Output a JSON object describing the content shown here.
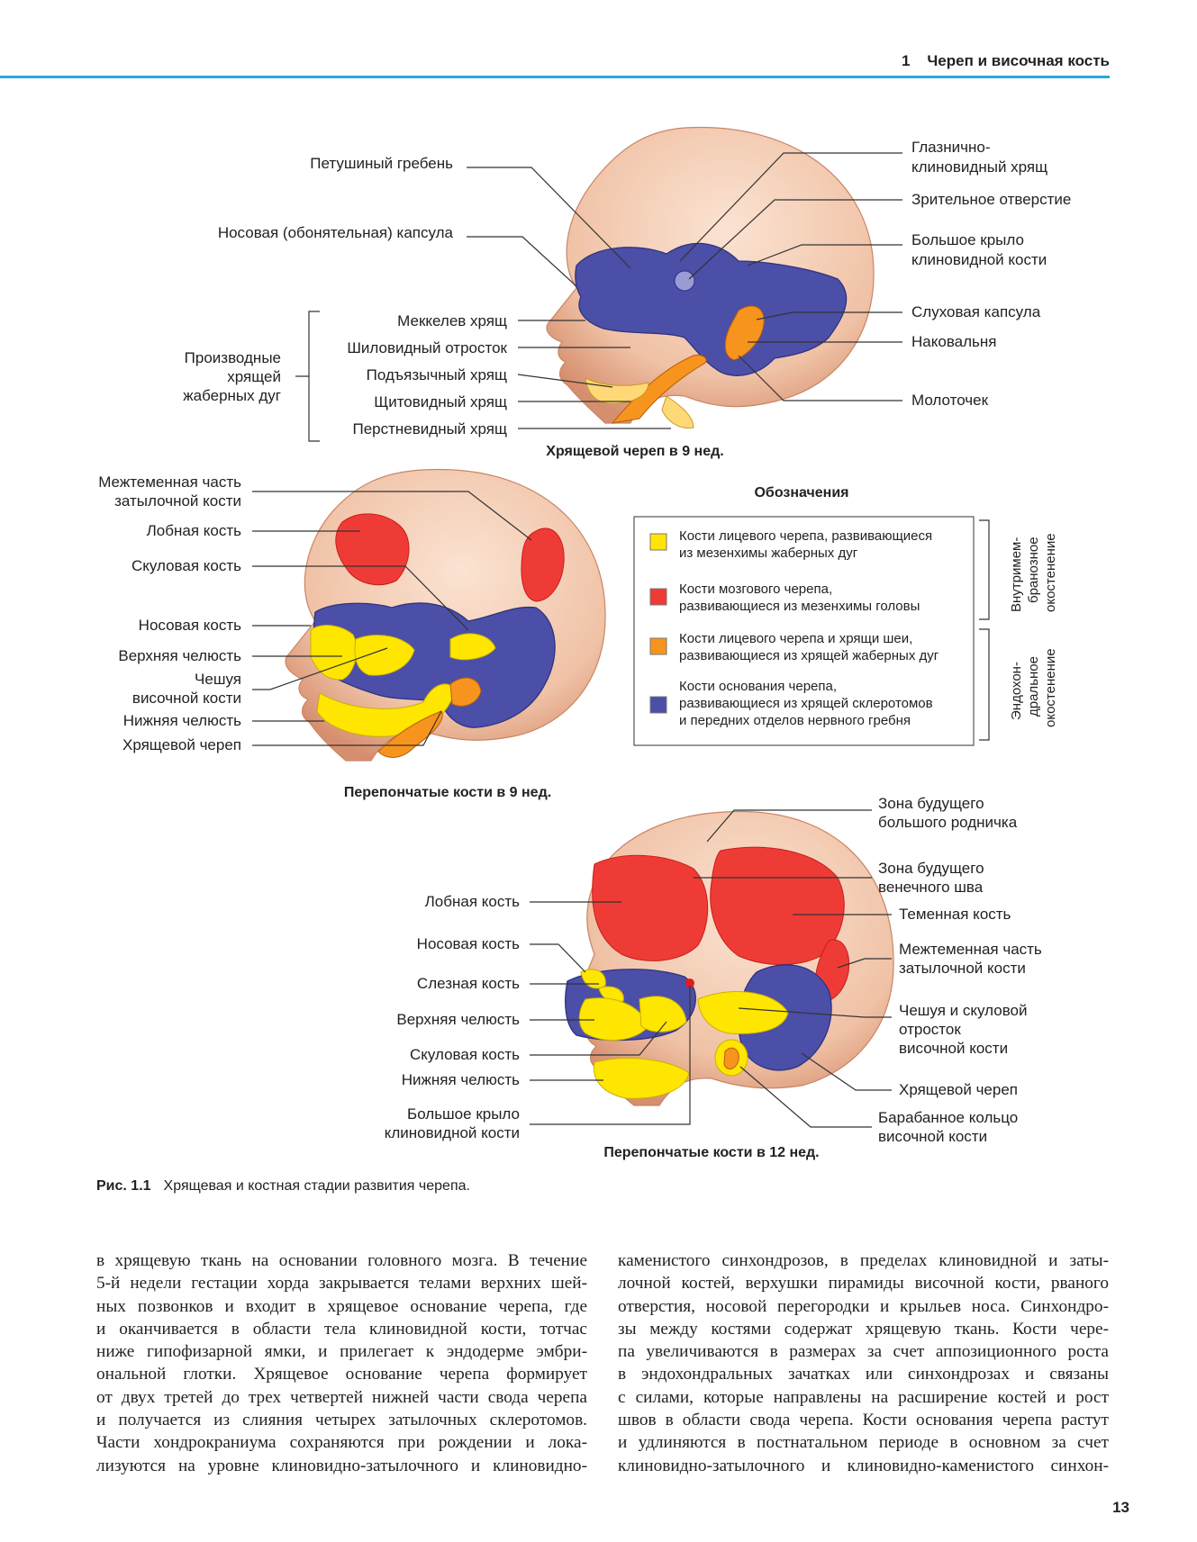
{
  "header": {
    "chapter": "1",
    "title": "Череп и височная кость"
  },
  "figure1": {
    "caption": "Хрящевой череп в 9 нед.",
    "left_labels": [
      "Петушиный гребень",
      "Носовая (обонятельная) капсула",
      "Меккелев хрящ",
      "Шиловидный отросток",
      "Подъязычный хрящ",
      "Щитовидный хрящ",
      "Перстневидный хрящ"
    ],
    "group_label": [
      "Производные",
      "хрящей",
      "жаберных дуг"
    ],
    "right_labels": [
      "Глазнично-",
      "клиновидный хрящ",
      "Зрительное отверстие",
      "Большое крыло",
      "клиновидной кости",
      "Слуховая капсула",
      "Наковальня",
      "Молоточек"
    ]
  },
  "figure2": {
    "caption": "Перепончатые кости в 9 нед.",
    "left_labels": [
      "Межтеменная часть",
      "затылочной кости",
      "Лобная кость",
      "Скуловая кость",
      "Носовая кость",
      "Верхняя челюсть",
      "Чешуя",
      "височной кости",
      "Нижняя челюсть",
      "Хрящевой череп"
    ]
  },
  "legend": {
    "title": "Обозначения",
    "items": [
      {
        "line1": "Кости лицевого черепа, развивающиеся",
        "line2": "из мезенхимы жаберных дуг",
        "line3": "",
        "color": "#ffe600"
      },
      {
        "line1": "Кости мозгового черепа,",
        "line2": "развивающиеся из мезенхимы головы",
        "line3": "",
        "color": "#ef3b36"
      },
      {
        "line1": "Кости лицевого черепа и хрящи шеи,",
        "line2": "развивающиеся из хрящей жаберных дуг",
        "line3": "",
        "color": "#f7941d"
      },
      {
        "line1": "Кости основания черепа,",
        "line2": "развивающиеся из хрящей склеротомов",
        "line3": "и передних отделов нервного гребня",
        "color": "#4b4fa8"
      }
    ],
    "side1": [
      "Внутримем-",
      "бранозное",
      "окостенение"
    ],
    "side2": [
      "Эндохон-",
      "дральное",
      "окостенение"
    ]
  },
  "figure3": {
    "caption": "Перепончатые кости в 12 нед.",
    "left_labels": [
      "Лобная кость",
      "Носовая кость",
      "Слезная кость",
      "Верхняя челюсть",
      "Скуловая кость",
      "Нижняя челюсть",
      "Большое крыло",
      "клиновидной кости"
    ],
    "right_labels": [
      "Зона будущего",
      "большого родничка",
      "Зона будущего",
      "венечного шва",
      "Теменная кость",
      "Межтеменная часть",
      "затылочной кости",
      "Чешуя и скуловой",
      "отросток",
      "височной кости",
      "Хрящевой череп",
      "Барабанное кольцо",
      "височной кости"
    ]
  },
  "fig_caption": {
    "num": "Рис. 1.1",
    "text": "Хрящевая и костная стадии развития черепа."
  },
  "body_left": [
    "в хрящевую ткань на основании головного мозга. В течение",
    "5-й недели гестации хорда закрывается телами верхних шей-",
    "ных позвонков и входит в хрящевое основание черепа, где",
    "и оканчивается в области тела клиновидной кости, тотчас",
    "ниже гипофизарной ямки, и прилегает к эндодерме эмбри-",
    "ональной глотки. Хрящевое основание черепа формирует",
    "от двух третей до трех четвертей нижней части свода черепа",
    "и получается из слияния четырех затылочных склеротомов.",
    "Части хондрокраниума сохраняются при рождении и лока-",
    "лизуются на уровне клиновидно-затылочного и клиновидно-"
  ],
  "body_right": [
    "каменистого синхондрозов, в пределах клиновидной и заты-",
    "лочной костей, верхушки пирамиды височной кости, рваного",
    "отверстия, носовой перегородки и крыльев носа. Синхондро-",
    "зы между костями содержат хрящевую ткань. Кости чере-",
    "па увеличиваются в размерах за счет аппозиционного роста",
    "в эндохондральных зачатках или синхондрозах и связаны",
    "с силами, которые направлены на расширение костей и рост",
    "швов в области свода черепа. Кости основания черепа растут",
    "и удлиняются в постнатальном периоде в основном за счет",
    "клиновидно-затылочного и клиновидно-каменистого синхон-"
  ],
  "page_number": "13"
}
